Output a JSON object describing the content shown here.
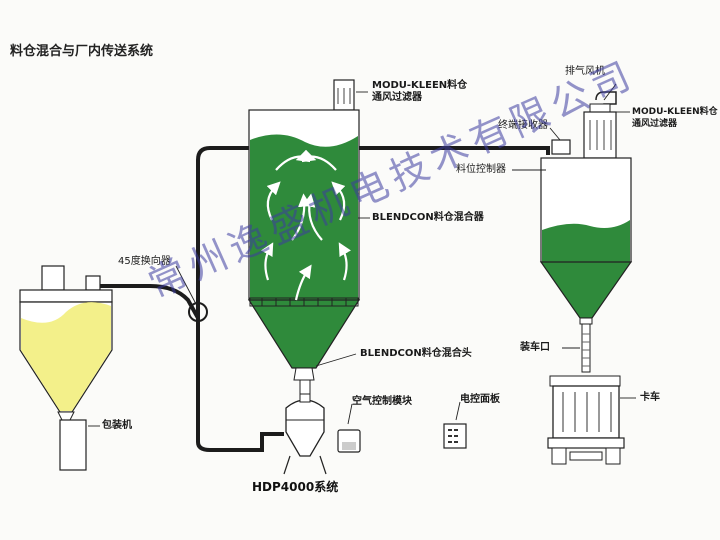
{
  "title": "料仓混合与厂内传送系统",
  "labels": {
    "modu_kleen_left": "MODU-KLEEN料仓\n通风过滤器",
    "modu_kleen_right": "MODU-KLEEN料仓\n通风过滤器",
    "exhaust_fan": "排气风机",
    "end_receiver": "终端接收器",
    "level_control": "料位控制器",
    "blendcon_blender": "BLENDCON料仓混合器",
    "diverter_45": "45度换向器",
    "blendcon_head": "BLENDCON料仓混合头",
    "loading_port": "装车口",
    "air_control_module": "空气控制模块",
    "electric_panel": "电控面板",
    "truck": "卡车",
    "packaging_machine": "包装机",
    "hdp_system": "HDP4000系统"
  },
  "watermark": "常州逸盛机电技术有限公司",
  "colors": {
    "green_material": "#2f8a3b",
    "yellow_material": "#f3f08a",
    "pipe": "#1c1c1c",
    "watermark": "#3c3ca0"
  }
}
